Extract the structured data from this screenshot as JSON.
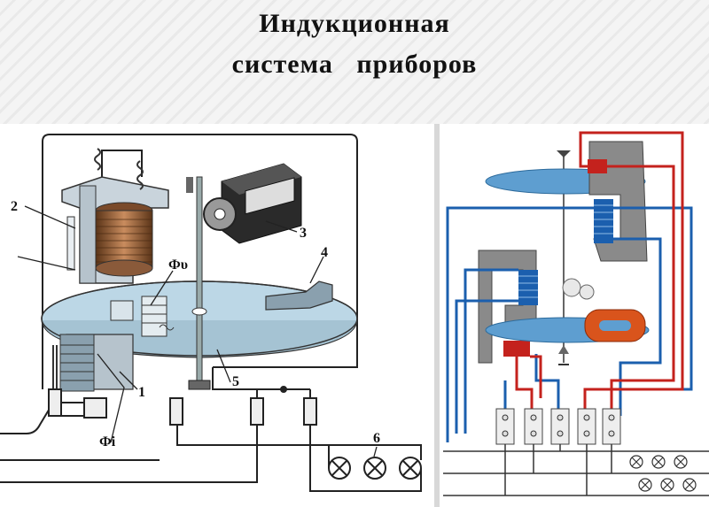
{
  "title": {
    "line1": "Индукционная",
    "line2": "система приборов"
  },
  "left_diagram": {
    "labels": {
      "n1": "1",
      "n2": "2",
      "n3": "3",
      "n4": "4",
      "n5": "5",
      "n6": "6",
      "phi_u": "Фυ",
      "phi_i": "Фi"
    }
  },
  "colors": {
    "disk": "#bcd7e6",
    "blue_wire": "#1b5fae",
    "red_wire": "#c4221d",
    "coil_brown": "#8a5a3a",
    "core_gray": "#8f8f8f",
    "coil_orange": "#d9541c"
  }
}
